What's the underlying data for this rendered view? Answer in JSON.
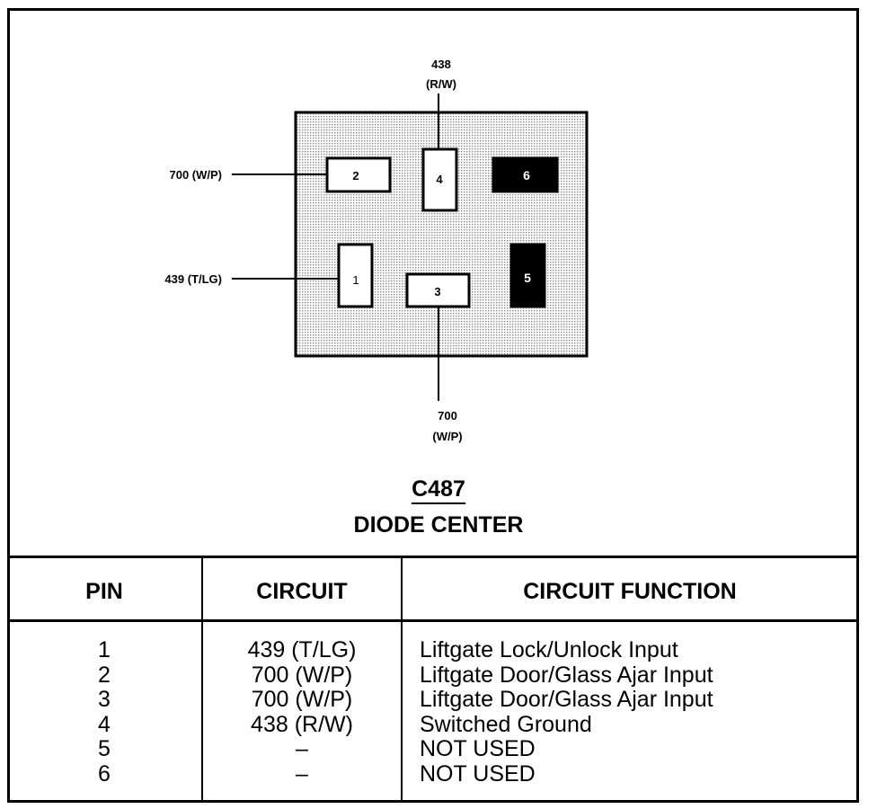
{
  "connector": {
    "id": "C487",
    "name": "DIODE CENTER"
  },
  "diagram": {
    "pins": [
      {
        "pin": "1",
        "filled": false
      },
      {
        "pin": "2",
        "filled": false
      },
      {
        "pin": "3",
        "filled": false
      },
      {
        "pin": "4",
        "filled": false
      },
      {
        "pin": "5",
        "filled": true
      },
      {
        "pin": "6",
        "filled": true
      }
    ],
    "wire_labels": {
      "top_num": "438",
      "top_color": "(R/W)",
      "left_upper": "700 (W/P)",
      "left_lower": "439 (T/LG)",
      "bottom_num": "700",
      "bottom_color": "(W/P)"
    }
  },
  "table": {
    "headers": {
      "pin": "PIN",
      "circuit": "CIRCUIT",
      "function": "CIRCUIT FUNCTION"
    },
    "rows": [
      {
        "pin": "1",
        "circuit": "439 (T/LG)",
        "function": "Liftgate Lock/Unlock Input"
      },
      {
        "pin": "2",
        "circuit": "700 (W/P)",
        "function": "Liftgate Door/Glass Ajar Input"
      },
      {
        "pin": "3",
        "circuit": "700 (W/P)",
        "function": "Liftgate Door/Glass Ajar Input"
      },
      {
        "pin": "4",
        "circuit": "438 (R/W)",
        "function": "Switched Ground"
      },
      {
        "pin": "5",
        "circuit": "–",
        "function": "NOT USED"
      },
      {
        "pin": "6",
        "circuit": "–",
        "function": "NOT USED"
      }
    ]
  }
}
